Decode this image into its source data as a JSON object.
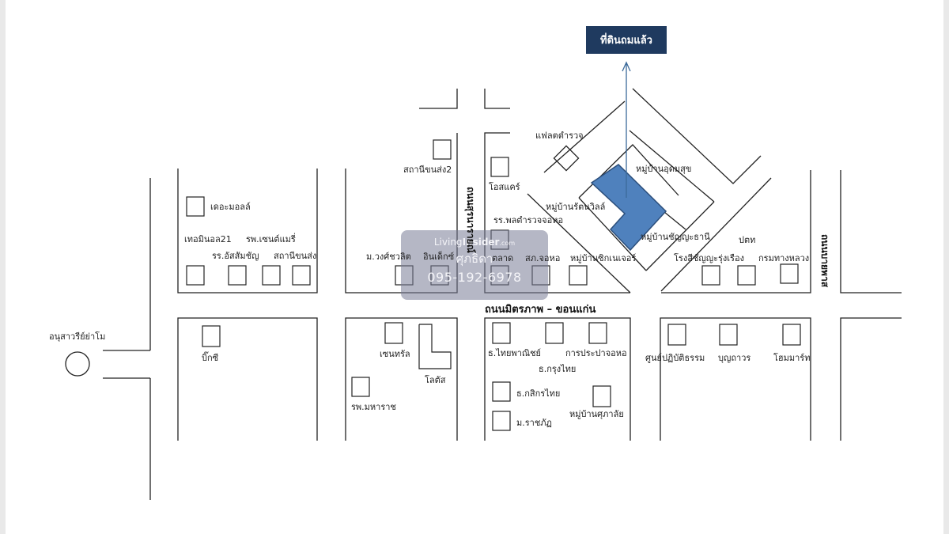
{
  "title": "ที่ดินถมแล้ว",
  "roads": {
    "main": "ถนนมิตรภาพ – ขอนแก่น",
    "surinarai": "ถนนสุรนารายณ์",
    "bypass": "ถนนบายพาส"
  },
  "labels": {
    "themall": "เดอะมอลล์",
    "terminal21": "เทอมินอล21",
    "stmary": "รพ.เซนต์แมรี่",
    "assumption": "รร.อัสสัมชัญ",
    "bus_station": "สถานีขนส่ง",
    "bus_station2": "สถานีขนส่ง2",
    "vongchavalit": "ม.วงศ์ชวลิต",
    "index": "อินเด็กซ์",
    "oscare": "โอสแคร์",
    "police_school": "รร.พลตำรวจจอหอ",
    "market": "ตลาด",
    "police_station": "สภ.จอหอ",
    "police_flat": "แฟลตตำรวจ",
    "udomsuk": "หมู่บ้านอุดมสุข",
    "rattanaville": "หมู่บ้านรัตนวิลล์",
    "chanyathani": "หมู่บ้านชัญญะธานี",
    "signature": "หมู่บ้านซิกเนเจอร์",
    "ptt": "ปตท",
    "chanya_school": "โรงสีชัญญะรุ่งเรือง",
    "highways": "กรมทางหลวง",
    "monument": "อนุสาวรีย์ย่าโม",
    "bigc": "บิ๊กซี",
    "central": "เซนทรัล",
    "lotus": "โลตัส",
    "maharat": "รพ.มหาราช",
    "scb": "ธ.ไทยพาณิชย์",
    "waterworks": "การประปาจอหอ",
    "ktb": "ธ.กรุงไทย",
    "kbank": "ธ.กสิกรไทย",
    "rajabhat": "ม.ราชภัฏ",
    "suphalai": "หมู่บ้านศุภาลัย",
    "practice_center": "ศูนย์ปฏิบัติธรรม",
    "boonthavorn": "บุญถาวร",
    "homemart": "โฮมมาร์ท"
  },
  "watermark": {
    "brand_a": "Living",
    "brand_b": "Insider",
    "brand_c": ".com",
    "name": "ศุภธิดา",
    "phone": "095-192-6978"
  },
  "colors": {
    "title_bg": "#1f3a5f",
    "plot": "#4f81bd",
    "arrow": "#3b6a9a"
  }
}
